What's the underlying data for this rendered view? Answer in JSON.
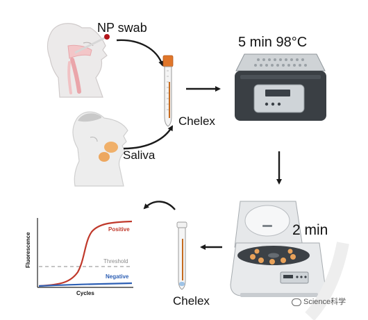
{
  "labels": {
    "np_swab": "NP swab",
    "saliva": "Saliva",
    "chelex_top": "Chelex",
    "heat_step": "5 min 98°C",
    "spin_step": "2 min",
    "chelex_bottom": "Chelex"
  },
  "chart": {
    "ylabel": "Fluorescence",
    "xlabel": "Cycles",
    "positive": "Positive",
    "threshold": "Threshold",
    "negative": "Negative"
  },
  "watermark": "Science科学",
  "colors": {
    "positive": "#c0392b",
    "negative": "#2d5fb4",
    "threshold": "#8a8a8a",
    "cap": "#e0762a",
    "sample": "#c56a1e",
    "heater": "#3a3f44"
  }
}
